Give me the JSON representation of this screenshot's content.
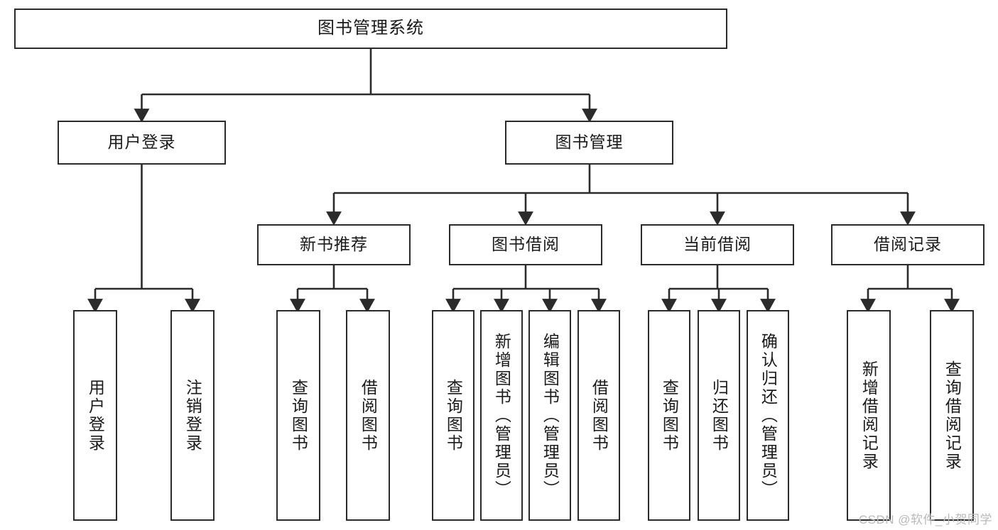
{
  "diagram": {
    "type": "tree",
    "title": "图书管理系统",
    "root": {
      "label": "图书管理系统"
    },
    "level2": [
      {
        "label": "用户登录"
      },
      {
        "label": "图书管理"
      }
    ],
    "level3": [
      {
        "label": "新书推荐"
      },
      {
        "label": "图书借阅"
      },
      {
        "label": "当前借阅"
      },
      {
        "label": "借阅记录"
      }
    ],
    "leaves": {
      "user_login": [
        {
          "label": "用户登录"
        },
        {
          "label": "注销登录"
        }
      ],
      "new_book_recommend": [
        {
          "label": "查询图书"
        },
        {
          "label": "借阅图书"
        }
      ],
      "book_borrow": [
        {
          "label": "查询图书"
        },
        {
          "label": "新增图书（管理员）"
        },
        {
          "label": "编辑图书（管理员）"
        },
        {
          "label": "借阅图书"
        }
      ],
      "current_borrow": [
        {
          "label": "查询图书"
        },
        {
          "label": "归还图书"
        },
        {
          "label": "确认归还（管理员）"
        }
      ],
      "borrow_record": [
        {
          "label": "新增借阅记录"
        },
        {
          "label": "查询借阅记录"
        }
      ]
    }
  },
  "watermark": {
    "text": "CSDN @软件_小贺同学"
  },
  "colors": {
    "stroke": "#2b2b2b",
    "background": "#ffffff",
    "text": "#1a1a1a",
    "watermark": "#b9b9b9"
  }
}
